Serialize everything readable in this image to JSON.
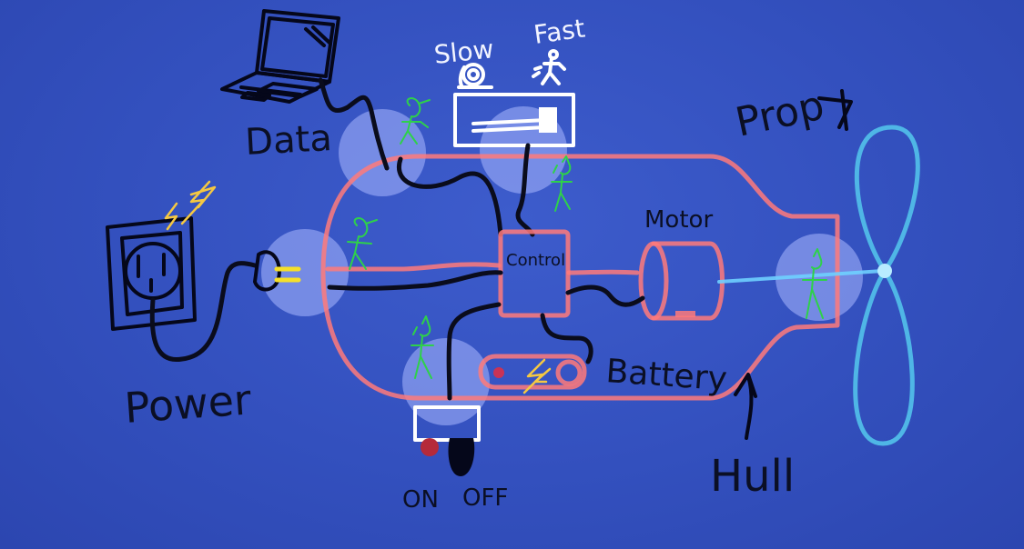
{
  "labels": {
    "data": "Data",
    "power": "Power",
    "slow": "Slow",
    "fast": "Fast",
    "prop": "Prop",
    "motor": "Motor",
    "control": "Control",
    "battery": "Battery",
    "hull": "Hull",
    "on": "ON",
    "off": "OFF"
  },
  "colors": {
    "background": "#3550bf",
    "hull_outline": "#ff7a7a",
    "propeller": "#4fb6e6",
    "elves": "#2ed14a",
    "bolts": "#f5c842",
    "on_button": "#b52a3a"
  },
  "icons": [
    "laptop-icon",
    "power-outlet-icon",
    "plug-icon",
    "lightning-bolt-icon",
    "snail-icon",
    "running-person-icon",
    "propeller-icon",
    "elf-icon"
  ]
}
